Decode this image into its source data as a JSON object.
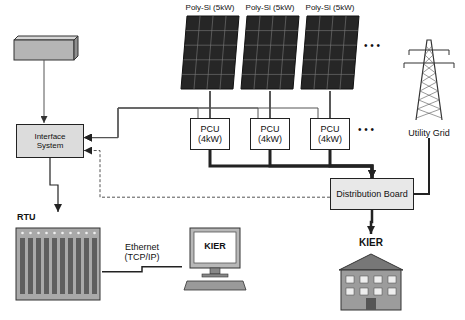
{
  "diagram": {
    "nodes": [
      {
        "text": [
          "Poly-Si (5kW)"
        ]
      },
      {
        "text": [
          "Poly-Si (5kW)"
        ]
      },
      {
        "text": [
          "Poly-Si (5kW)"
        ]
      },
      {
        "text": [
          "Utility Grid"
        ]
      },
      {
        "text": [
          "PCU",
          "(4kW)"
        ]
      },
      {
        "text": [
          "PCU",
          "(4kW)"
        ]
      },
      {
        "text": [
          "PCU",
          "(4kW)"
        ]
      },
      {
        "text": [
          "Interface System"
        ]
      },
      {
        "text": [
          "Distribution Board"
        ]
      },
      {
        "text": [
          "RTU"
        ]
      },
      {
        "text": [
          "KIER"
        ]
      },
      {
        "text": [
          "KIER"
        ]
      }
    ],
    "edges": [
      {
        "from": 0,
        "to": 4,
        "arrow": "none"
      },
      {
        "from": 1,
        "to": 5,
        "arrow": "none"
      },
      {
        "from": 2,
        "to": 6,
        "arrow": "none"
      },
      {
        "from": 4,
        "to": 8,
        "arrow": "to"
      },
      {
        "from": 5,
        "to": 8,
        "arrow": "to"
      },
      {
        "from": 6,
        "to": 8,
        "arrow": "to"
      },
      {
        "from": 4,
        "to": 7,
        "arrow": "to"
      },
      {
        "from": 5,
        "to": 7,
        "arrow": "to"
      },
      {
        "from": 6,
        "to": 7,
        "arrow": "to"
      },
      {
        "from": 8,
        "to": 7,
        "arrow": "to"
      },
      {
        "from": 3,
        "to": 8,
        "arrow": "none"
      },
      {
        "from": 8,
        "to": 11,
        "arrow": "to"
      },
      {
        "from": 7,
        "to": 9,
        "arrow": "to"
      },
      {
        "from": 9,
        "to": 10,
        "label": "Ethernet (TCP/IP)",
        "arrow": "none"
      }
    ],
    "labels": [
      "• • •",
      "• • •"
    ]
  }
}
